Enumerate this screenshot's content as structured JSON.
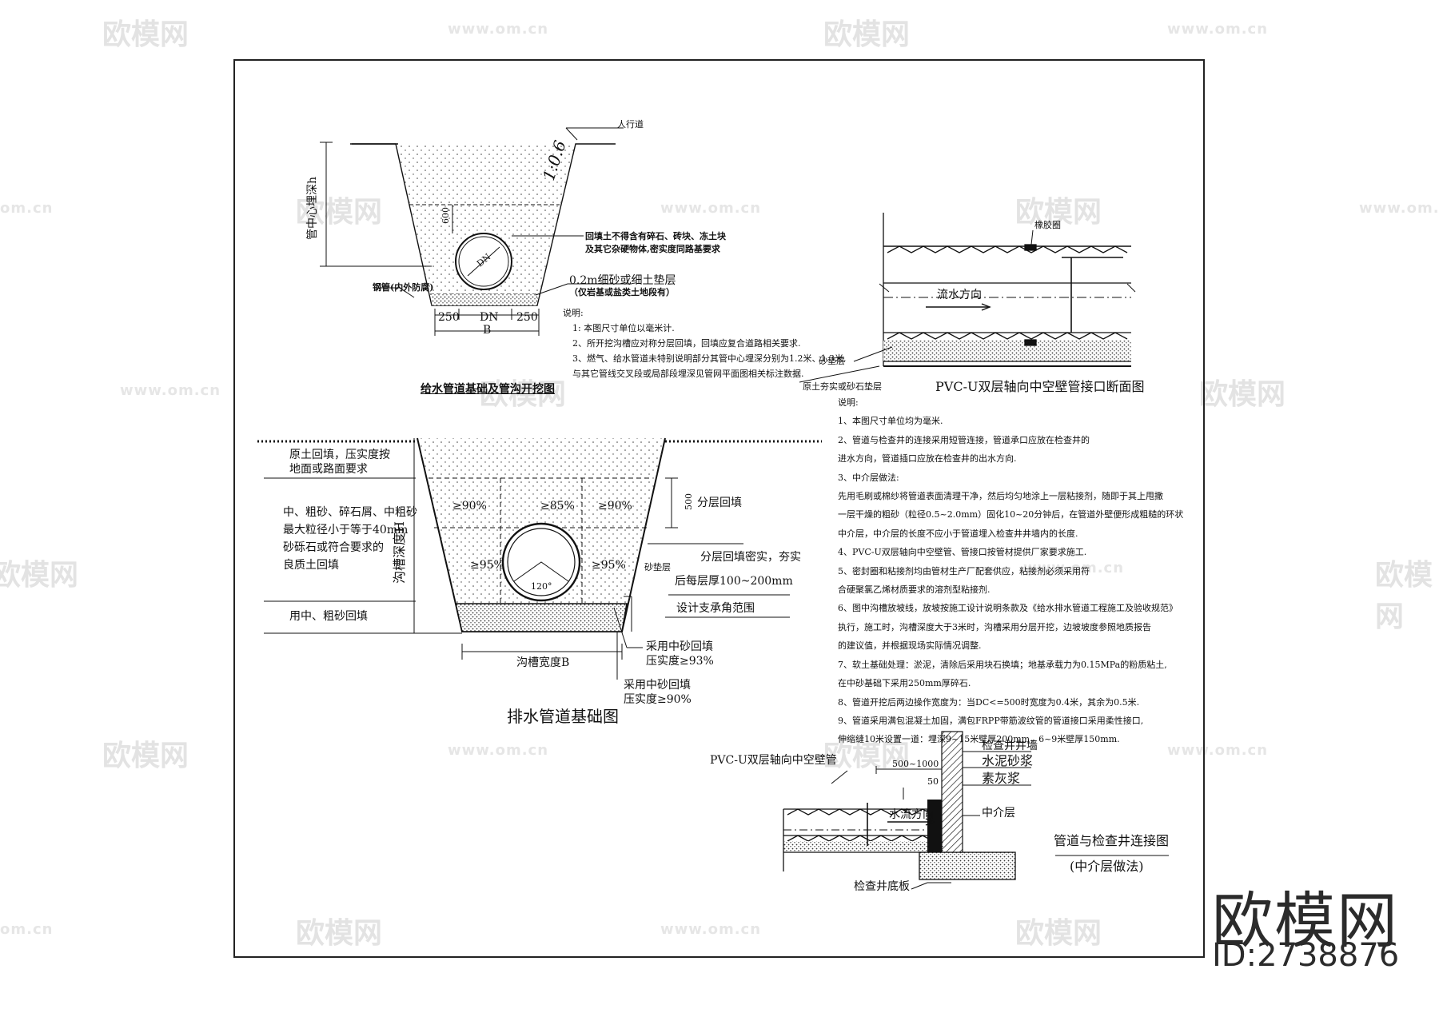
{
  "watermark": {
    "logo": "欧模网",
    "url": "www.om.cn",
    "url_short": "om.cn"
  },
  "brand": {
    "name": "欧模网",
    "id": "ID:2738876"
  },
  "diagram1": {
    "title": "给水管道基础及管沟开挖图",
    "sidewalk": "人行道",
    "slope": "1:0.6",
    "depth_label": "管中心埋深h",
    "dim_600": "600",
    "pipe": "DN",
    "backfill_note_1": "回填土不得含有碎石、砖块、冻土块",
    "backfill_note_2": "及其它杂硬物体,密实度同路基要求",
    "cushion_1": "0.2m细砂或细土垫层",
    "cushion_2": "（仅岩基或盐类土地段有）",
    "steel_pipe": "钢管(内外防腐)",
    "dim_left": "250",
    "dim_mid": "DN",
    "dim_right": "250",
    "dim_b": "B",
    "notes": [
      "说明:",
      "1: 本图尺寸单位以毫米计.",
      "2、所开挖沟槽应对称分层回填，回填应复合道路相关要求.",
      "3、燃气、给水管道未特别说明部分其管中心埋深分别为1.2米、1.3米,",
      "与其它管线交叉段或局部段埋深见管网平面图相关标注数据."
    ]
  },
  "diagram2": {
    "title": "排水管道基础图",
    "label_original": "原土回填，压实度按",
    "label_original_2": "地面或路面要求",
    "label_sand_1": "中、粗砂、碎石屑、中粗砂",
    "label_sand_2": "最大粒径小于等于40mm",
    "label_sand_3": "砂砾石或符合要求的",
    "label_sand_4": "良质土回填",
    "label_coarse": "用中、粗砂回填",
    "depth": "沟槽深度H",
    "c90_left": "≥90%",
    "c85": "≥85%",
    "c90_right": "≥90%",
    "c95_left": "≥95%",
    "c95_right": "≥95%",
    "dim_500": "500",
    "angle": "120°",
    "layered": "分层回填",
    "layered_compact_1": "分层回填密实，夯实",
    "layered_compact_2": "后每层厚100~200mm",
    "cushion": "砂垫层",
    "support": "设计支承角范围",
    "width": "沟槽宽度B",
    "mid_sand_1": "采用中砂回填",
    "mid_sand_1b": "压实度≥93%",
    "mid_sand_2": "采用中砂回填",
    "mid_sand_2b": "压实度≥90%"
  },
  "diagram3": {
    "title": "PVC-U双层轴向中空壁管接口断面图",
    "rubber_ring": "橡胶圈",
    "flow": "流水方向",
    "cushion": "砂垫层",
    "original_soil": "原土夯实或砂石垫层",
    "notes": [
      "说明:",
      "1、本图尺寸单位均为毫米.",
      "2、管道与检查井的连接采用短管连接，管道承口应放在检查井的",
      "    进水方向，管道插口应放在检查井的出水方向.",
      "3、中介层做法:",
      "    先用毛刷或棉纱将管道表面清理干净，然后均匀地涂上一层粘接剂，随即于其上甩撒",
      "    一层干燥的粗砂（粒径0.5~2.0mm）固化10~20分钟后，在管道外壁便形成粗糙的环状",
      "    中介层，中介层的长度不应小于管道埋入检查井井墙内的长度.",
      "4、PVC-U双层轴向中空壁管、管接口按管材提供厂家要求施工.",
      "5、密封圈和粘接剂均由管材生产厂配套供应，粘接剂必须采用符",
      "    合硬聚氯乙烯材质要求的溶剂型粘接剂.",
      "6、图中沟槽放坡线，放坡按施工设计说明条款及《给水排水管道工程施工及验收规范》",
      "    执行，施工时，沟槽深度大于3米时，沟槽采用分层开挖，边坡坡度参照地质报告",
      "    的建议值，并根据现场实际情况调整.",
      "7、软土基础处理：淤泥，清除后采用块石换填；地基承载力为0.15MPa的粉质粘土,",
      "    在中砂基础下采用250mm厚碎石.",
      "8、管道开挖后两边操作宽度为：当DC<=500时宽度为0.4米，其余为0.5米.",
      "9、管道采用满包混凝土加固，满包FRPP带筋波纹管的管道接口采用柔性接口,",
      "    伸缩缝10米设置一道：埋深9~15米壁厚200mm，6~9米壁厚150mm."
    ]
  },
  "diagram4": {
    "title": "管道与检查井连接图",
    "subtitle": "(中介层做法)",
    "pipe": "PVC-U双层轴向中空壁管",
    "dim": "500~1000",
    "dim_50": "50",
    "well_wall": "检查井井墙",
    "mortar": "水泥砂浆",
    "slurry": "素灰浆",
    "flow": "水流方向",
    "middle": "中介层",
    "well_base": "检查井底板"
  }
}
